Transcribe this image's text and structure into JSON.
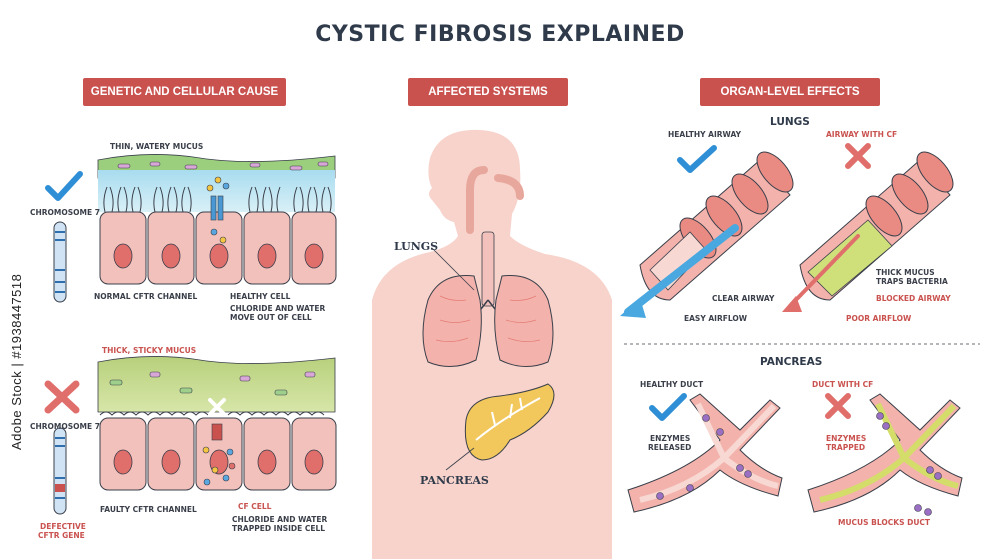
{
  "title": "CYSTIC FIBROSIS EXPLAINED",
  "stock_text": "Adobe Stock | #1938447518",
  "headers": {
    "left": "GENETIC AND CELLULAR CAUSE",
    "middle": "AFFECTED SYSTEMS",
    "right": "ORGAN-LEVEL EFFECTS"
  },
  "left_panel": {
    "healthy": {
      "mucus": "THIN, WATERY MUCUS",
      "chromosome": "CHROMOSOME 7",
      "channel": "NORMAL CFTR CHANNEL",
      "cell": "HEALTHY CELL",
      "flow_line1": "CHLORIDE AND WATER",
      "flow_line2": "MOVE OUT OF CELL"
    },
    "faulty": {
      "mucus": "THICK, STICKY MUCUS",
      "chromosome": "CHROMOSOME 7",
      "gene_line1": "DEFECTIVE",
      "gene_line2": "CFTR GENE",
      "channel": "FAULTY CFTR CHANNEL",
      "cell": "CF CELL",
      "flow_line1": "CHLORIDE AND WATER",
      "flow_line2": "TRAPPED INSIDE CELL"
    }
  },
  "middle_panel": {
    "lungs": "LUNGS",
    "pancreas": "PANCREAS"
  },
  "right_panel": {
    "lungs_title": "LUNGS",
    "healthy_airway": "HEALTHY AIRWAY",
    "cf_airway": "AIRWAY WITH CF",
    "clear_airway": "CLEAR AIRWAY",
    "easy_airflow": "EASY AIRFLOW",
    "thick_mucus_line1": "THICK MUCUS",
    "thick_mucus_line2": "TRAPS BACTERIA",
    "blocked_airway": "BLOCKED AIRWAY",
    "poor_airflow": "POOR AIRFLOW",
    "pancreas_title": "PANCREAS",
    "healthy_duct": "HEALTHY DUCT",
    "cf_duct": "DUCT WITH CF",
    "enzymes_released_line1": "ENZYMES",
    "enzymes_released_line2": "RELEASED",
    "enzymes_trapped_line1": "ENZYMES",
    "enzymes_trapped_line2": "TRAPPED",
    "mucus_blocks": "MUCUS BLOCKS DUCT"
  },
  "colors": {
    "accent_red": "#c9524f",
    "check_blue": "#2e8fd6",
    "cell_pink": "#f3c1bc",
    "mucus_green": "#b5cf7a",
    "body_skin": "#f7d3cb"
  }
}
